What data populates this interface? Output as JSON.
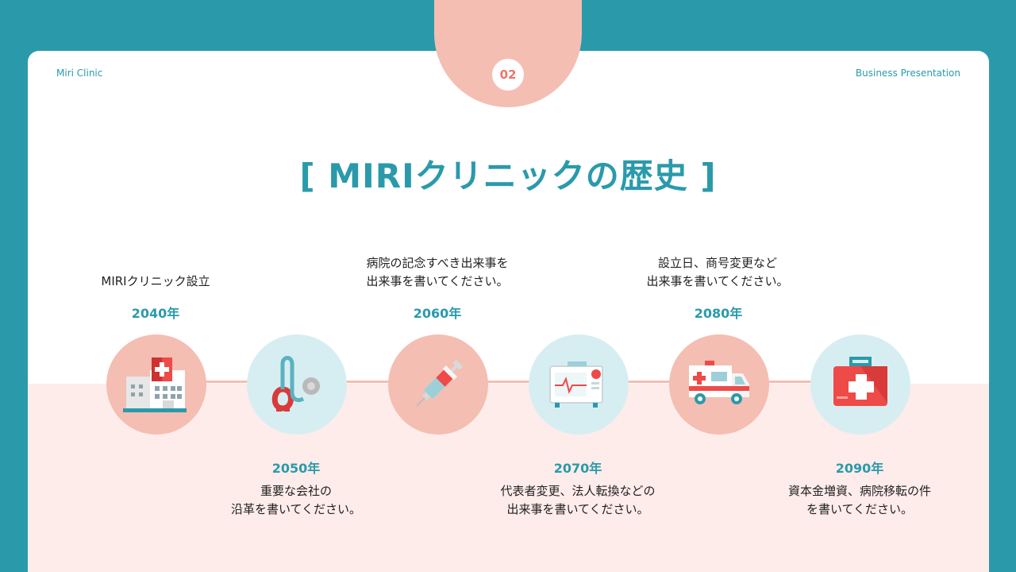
{
  "header": {
    "left_brand": "Miri Clinic",
    "right_brand": "Business Presentation",
    "page_number": "02"
  },
  "title": "[ MIRIクリニックの歴史 ]",
  "colors": {
    "teal": "#2a9aab",
    "pink": "#f4beb2",
    "light_pink": "#fdecea",
    "aqua": "#d6eef2",
    "red": "#ee4a48"
  },
  "timeline": [
    {
      "year": "2040年",
      "lines": [
        "MIRIクリニック設立"
      ],
      "icon": "hospital-icon"
    },
    {
      "year": "2050年",
      "lines": [
        "重要な会社の",
        "沿革を書いてください。"
      ],
      "icon": "stethoscope-icon"
    },
    {
      "year": "2060年",
      "lines": [
        "病院の記念すべき出来事を",
        "出来事を書いてください。"
      ],
      "icon": "syringe-icon"
    },
    {
      "year": "2070年",
      "lines": [
        "代表者変更、法人転換などの",
        "出来事を書いてください。"
      ],
      "icon": "heart-monitor-icon"
    },
    {
      "year": "2080年",
      "lines": [
        "設立日、商号変更など",
        "出来事を書いてください。"
      ],
      "icon": "ambulance-icon"
    },
    {
      "year": "2090年",
      "lines": [
        "資本金増資、病院移転の件",
        "を書いてください。"
      ],
      "icon": "first-aid-kit-icon"
    }
  ]
}
